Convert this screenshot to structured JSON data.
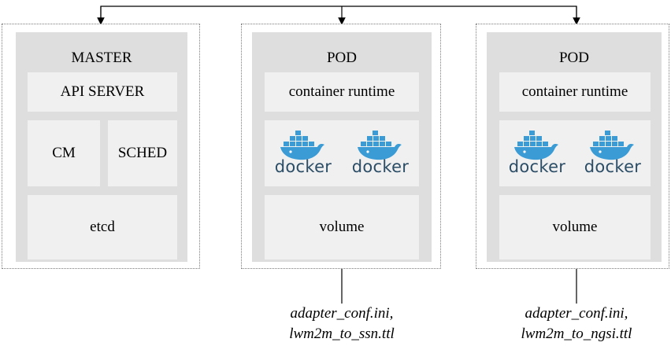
{
  "master": {
    "title": "MASTER",
    "api_server": "API SERVER",
    "cm": "CM",
    "sched": "SCHED",
    "etcd": "etcd"
  },
  "pods": [
    {
      "title": "POD",
      "runtime": "container runtime",
      "containers": [
        "docker",
        "docker"
      ],
      "volume": "volume",
      "config_files": [
        "adapter_conf.ini,",
        "lwm2m_to_ssn.ttl"
      ]
    },
    {
      "title": "POD",
      "runtime": "container runtime",
      "containers": [
        "docker",
        "docker"
      ],
      "volume": "volume",
      "config_files": [
        "adapter_conf.ini,",
        "lwm2m_to_ngsi.ttl"
      ]
    }
  ],
  "colors": {
    "panel": "#dedede",
    "box": "#f0f0f0",
    "docker_blue": "#3a9bd5",
    "docker_text": "#2b4d66"
  },
  "icons": {
    "container": "docker-whale-icon"
  }
}
